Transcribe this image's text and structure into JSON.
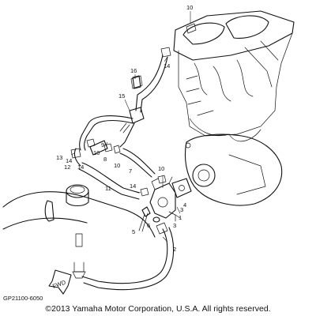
{
  "diagram": {
    "callouts": [
      "10",
      "16",
      "14",
      "15",
      "9",
      "13",
      "14",
      "12",
      "14",
      "10",
      "8",
      "10",
      "7",
      "10",
      "11",
      "14",
      "3",
      "4",
      "1",
      "5",
      "6",
      "3",
      "2"
    ],
    "fwd_label": "FWD",
    "part_code": "GP21100-6050",
    "copyright": "©2013 Yamaha Motor Corporation, U.S.A. All rights reserved."
  }
}
